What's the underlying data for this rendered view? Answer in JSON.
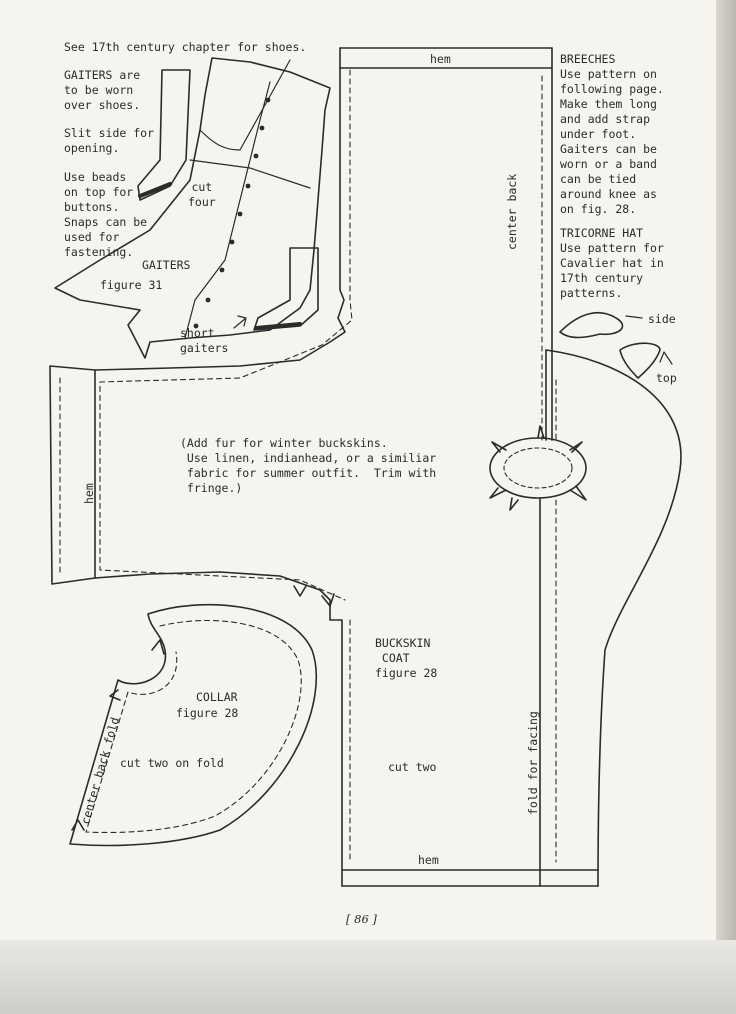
{
  "notes": {
    "shoes": "See 17th century chapter for shoes.",
    "gaiters_worn": "GAITERS are\nto be worn\nover shoes.",
    "slit": "Slit side for\nopening.",
    "beads": "Use beads\non top for\nbuttons.\nSnaps can be\nused for\nfastening.",
    "breeches": "BREECHES\nUse pattern on\nfollowing page.\nMake them long\nand add strap\nunder foot.\nGaiters can be\nworn or a band\ncan be tied\naround knee as\non fig. 28.",
    "tricorne": "TRICORNE HAT\nUse pattern for\nCavalier hat in\n17th century\npatterns.",
    "fur": "(Add fur for winter buckskins.\n Use linen, indianhead, or a similiar\n fabric for summer outfit.  Trim with\n fringe.)"
  },
  "gaiters": {
    "title": "GAITERS",
    "figure": "figure 31",
    "cut": "cut\nfour",
    "short": "short\ngaiters"
  },
  "hat": {
    "side": "side",
    "top": "top"
  },
  "coat": {
    "title": "BUCKSKIN\n COAT",
    "figure": "figure 28",
    "cut": "cut two",
    "hem_top": "hem",
    "hem_bottom": "hem",
    "hem_sleeve": "hem",
    "center_back": "center back",
    "fold_facing": "fold for facing"
  },
  "collar": {
    "title": "COLLAR",
    "figure": "figure 28",
    "cut": "cut two on fold",
    "center_back_fold": "center back fold"
  },
  "page_number": "[ 86 ]"
}
